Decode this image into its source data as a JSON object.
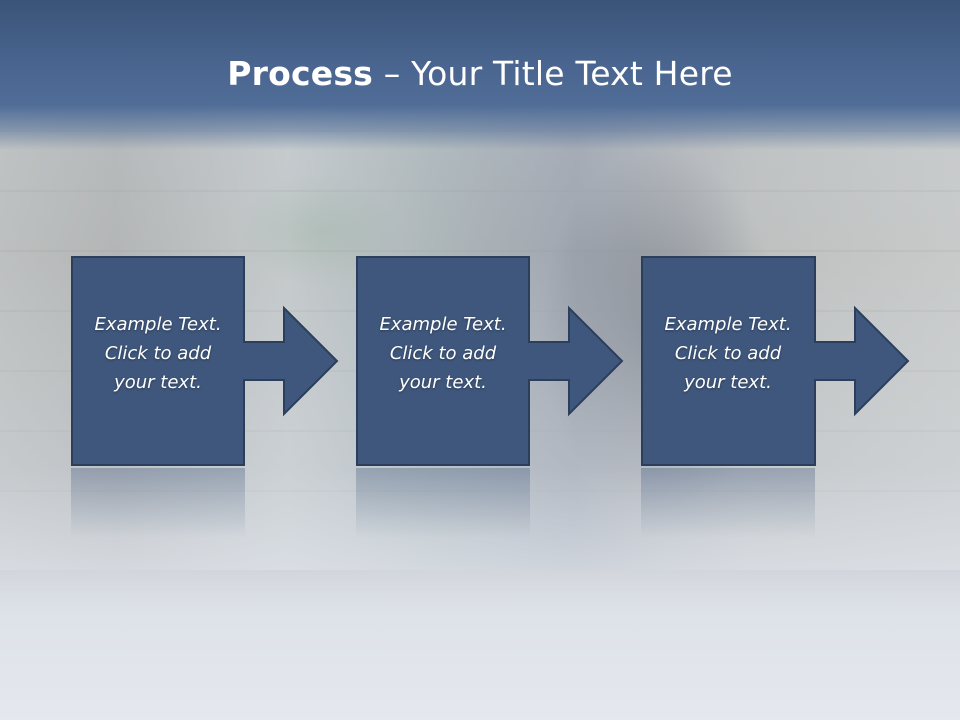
{
  "slide": {
    "title_bold": "Process",
    "title_rest": " – Your Title Text Here"
  },
  "steps": [
    {
      "line1": "Example Text.",
      "line2": "Click  to add",
      "line3": "your text."
    },
    {
      "line1": "Example Text.",
      "line2": "Click  to add",
      "line3": "your text."
    },
    {
      "line1": "Example Text.",
      "line2": "Click  to add",
      "line3": "your text."
    }
  ],
  "colors": {
    "title_bar": "#4a6690",
    "step_fill": "#3f577c",
    "step_border": "#2b3f5c",
    "text": "#ffffff"
  }
}
